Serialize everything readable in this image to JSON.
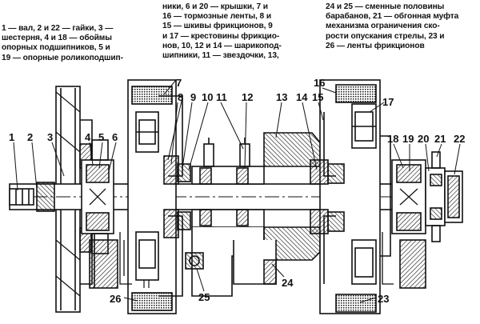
{
  "caption": {
    "column1": [
      "1 — вал, 2 и 22 — гайки, 3 —",
      "шестерня, 4 и 18 — обоймы",
      "опорных подшипников, 5 и",
      "19 — опорные роликоподшип-"
    ],
    "column2": [
      "ники, 6 и 20 — крышки, 7 и",
      "16 — тормозные ленты, 8 и",
      "15 — шкивы фрикционов, 9",
      "и 17 — крестовины фрикцио-",
      "нов, 10, 12 и 14 — шарикопод-",
      "шипники, 11 — звездочки, 13,"
    ],
    "column3": [
      "24 и 25 — сменные половины",
      "барабанов, 21 — обгонная муфта",
      "механизма ограничения ско-",
      "рости опускания стрелы, 23 и",
      "26 — ленты фрикционов"
    ]
  },
  "callouts": {
    "n1": "1",
    "n2": "2",
    "n3": "3",
    "n4": "4",
    "n5": "5",
    "n6": "6",
    "n7": "7",
    "n8": "8",
    "n9": "9",
    "n10": "10",
    "n11": "11",
    "n12": "12",
    "n13": "13",
    "n14": "14",
    "n15": "15",
    "n16": "16",
    "n17": "17",
    "n18": "18",
    "n19": "19",
    "n20": "20",
    "n21": "21",
    "n22": "22",
    "n23": "23",
    "n24": "24",
    "n25": "25",
    "n26": "26"
  }
}
